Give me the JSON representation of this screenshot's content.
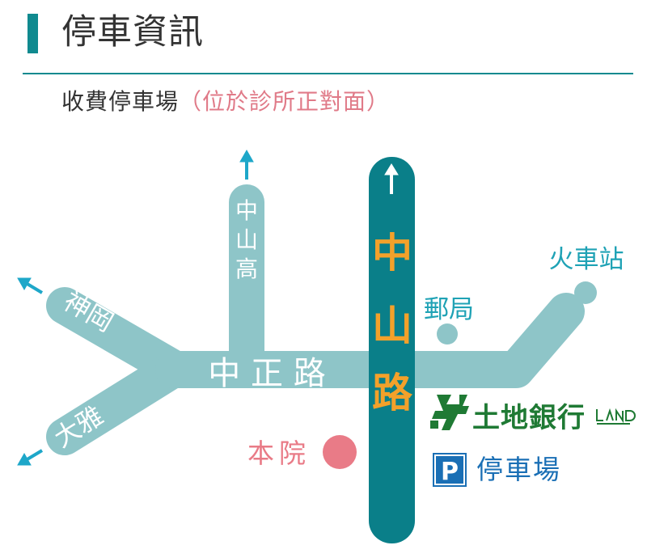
{
  "header": {
    "title": "停車資訊",
    "accent_color": "#108a8f"
  },
  "subtitle": {
    "main": "收費停車場",
    "note": "（位於診所正對面）",
    "note_color": "#e07a88"
  },
  "map": {
    "road_color": "#8ec5c8",
    "main_road_color": "#0a7f89",
    "roads": {
      "zhongzheng": "中 正 路",
      "zhongshan": "中山路",
      "zhongshan_high": "中山高",
      "shengang": "神岡",
      "daya": "大雅"
    },
    "places": {
      "train_station": "火車站",
      "post_office": "郵局",
      "clinic": "本院",
      "land_bank": "土地銀行",
      "parking": "停車場",
      "parking_symbol": "P"
    },
    "colors": {
      "clinic": "#e97b87",
      "bank": "#1f7a34",
      "parking": "#1a6fb5",
      "zhongshan_label": "#f3a12a",
      "arrow": "#1ea7c9",
      "label_teal": "#1fa2b5"
    }
  }
}
